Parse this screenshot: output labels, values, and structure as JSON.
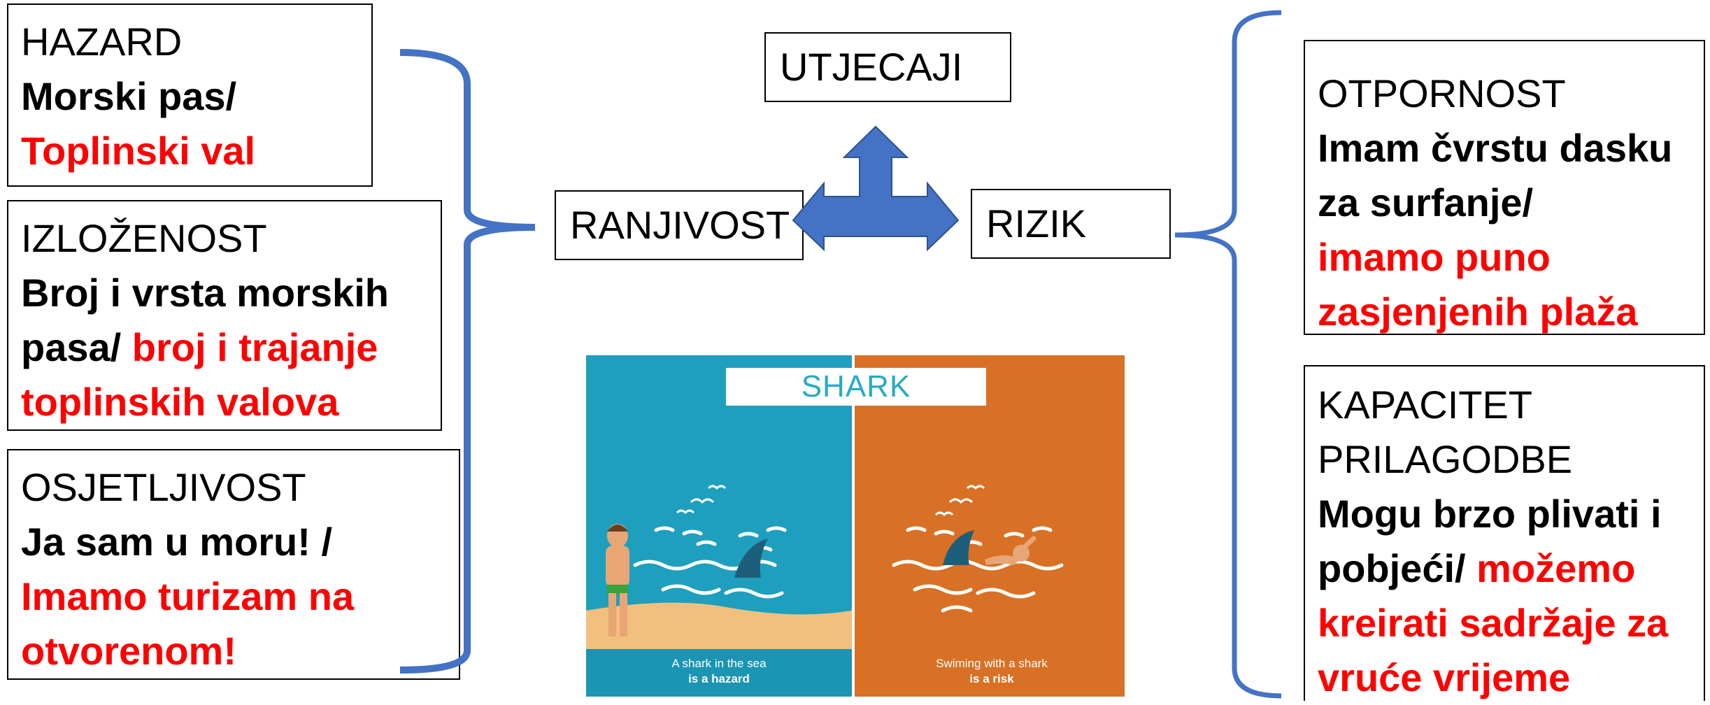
{
  "left_boxes": [
    {
      "title": "HAZARD",
      "line1_black": "Morski pas/",
      "line2_red": "Toplinski val"
    },
    {
      "title": "IZLOŽENOST",
      "line1_black": "Broj i vrsta morskih",
      "line2_black": "pasa/ ",
      "line2_red": "broj i trajanje",
      "line3_red": "toplinskih valova"
    },
    {
      "title": "OSJETLJIVOST",
      "line1_black": "Ja sam u moru! /",
      "line2_red": "Imamo turizam na",
      "line3_red": "otvorenom!"
    }
  ],
  "center": {
    "top": "UTJECAJI",
    "left": "RANJIVOST",
    "right": "RIZIK"
  },
  "right_boxes": [
    {
      "title": "OTPORNOST",
      "line1_black": "Imam čvrstu dasku",
      "line2_black": "za surfanje/",
      "line3_red": "imamo puno",
      "line4_red": "zasjenjenih plaža"
    },
    {
      "title_line1": "KAPACITET",
      "title_line2": "PRILAGODBE",
      "line1_black": "Mogu brzo plivati i",
      "line2_black": "pobjeći/ ",
      "line2_red": "možemo",
      "line3_red": "kreirati sadržaje za",
      "line4_red": "vruće vrijeme"
    }
  ],
  "illustration": {
    "title": "SHARK",
    "left_caption_line1": "A shark in the sea",
    "left_caption_line2": "is a hazard",
    "right_caption_line1": "Swiming with a shark",
    "right_caption_line2": "is a risk",
    "colors": {
      "sea": "#1e9fbe",
      "orange": "#d87125",
      "sand": "#f2c07e",
      "wave": "#ffffff"
    }
  },
  "colors": {
    "bracket": "#4472c4",
    "arrow": "#4472c4",
    "red_text": "#ff0000"
  }
}
